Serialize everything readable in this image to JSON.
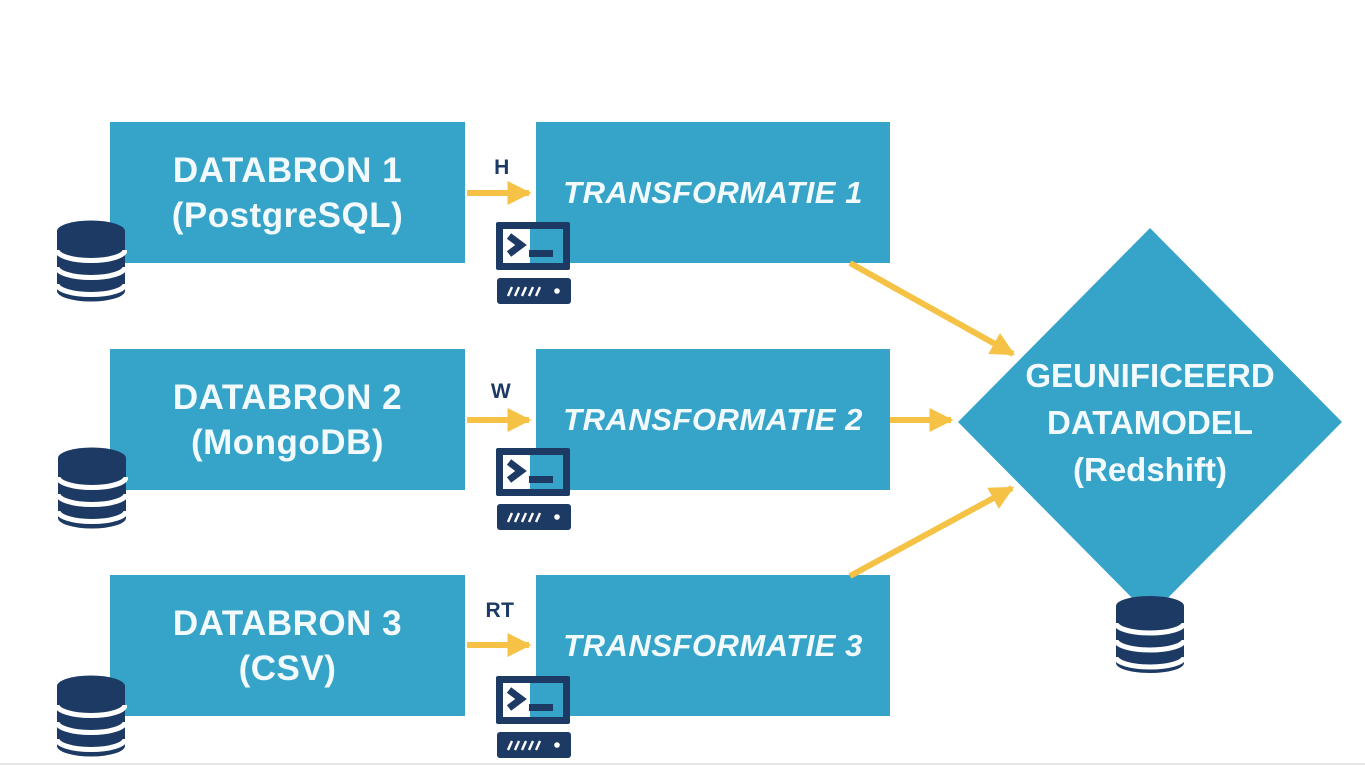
{
  "diagram": {
    "nodes": {
      "sources": [
        {
          "title": "DATABRON 1",
          "subtitle": "(PostgreSQL)",
          "icon": "database-icon"
        },
        {
          "title": "DATABRON 2",
          "subtitle": "(MongoDB)",
          "icon": "database-icon"
        },
        {
          "title": "DATABRON 3",
          "subtitle": "(CSV)",
          "icon": "database-icon"
        }
      ],
      "transformations": [
        {
          "label": "TRANSFORMATIE 1",
          "icon": "terminal-icon"
        },
        {
          "label": "TRANSFORMATIE 2",
          "icon": "terminal-icon"
        },
        {
          "label": "TRANSFORMATIE 3",
          "icon": "terminal-icon"
        }
      ],
      "target": {
        "line1": "GEUNIFICEERD",
        "line2": "DATAMODEL",
        "line3": "(Redshift)",
        "icon": "database-icon"
      }
    },
    "arrow_labels": [
      "H",
      "W",
      "RT"
    ],
    "colors": {
      "node_fill": "#35a4c8",
      "icon_navy": "#1d3a64",
      "arrow_yellow": "#f5c245",
      "background": "#ffffff",
      "text": "#f2fafd"
    }
  }
}
